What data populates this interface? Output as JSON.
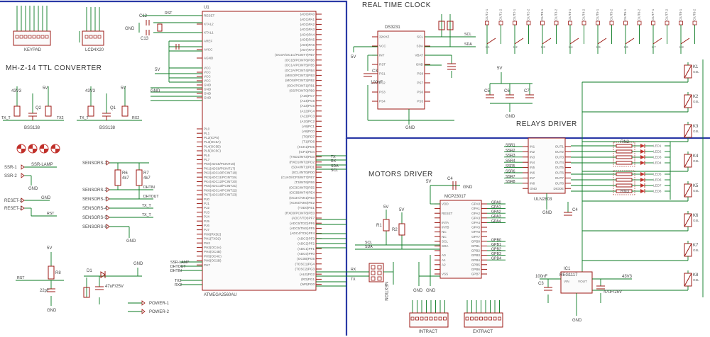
{
  "titles": {
    "converter": "MH-Z-14 TTL CONVERTER",
    "clock": "REAL TIME CLOCK",
    "motors": "MOTORS DRIVER",
    "relays": "RELAYS DRIVER"
  },
  "connectors": {
    "keypad": "KEYPAD",
    "lcd": "LCD4X20",
    "nextion": "NEXTION",
    "intract": "INTRACT",
    "extract": "EXTRACT"
  },
  "chips": {
    "mcu": "U1",
    "mcu_part": "ATMEGA2560AU",
    "rtc": "DS3231",
    "expander": "MCP23017",
    "driver": "ULN2803",
    "regulator": "IC1",
    "regulator_part": "REG1117",
    "reg_vin": "VIN",
    "reg_vout": "VOUT"
  },
  "mcu_pins": {
    "left": [
      "RESET",
      "XTAL2",
      "XTAL1",
      "AREF",
      "AVCC",
      "AGND",
      "VCC",
      "VCC",
      "VCC",
      "VCC",
      "GND",
      "GND",
      "GND",
      "GND",
      "PL0",
      "PL1",
      "PL2(ICP5)",
      "PL3(OC5A)",
      "PL4(OC5B)",
      "PL5(OC5C)",
      "PL6",
      "PL7",
      "PK0(ADC8/PCINT16)",
      "PK1(ADC9/PCINT17)",
      "PK2(ADC10/PCINT18)",
      "PK3(ADC11/PCINT19)",
      "PK4(ADC12/PCINT20)",
      "PK5(ADC13/PCINT21)",
      "PK6(ADC14/PCINT22)",
      "PK7(ADC15/PCINT23)",
      "PJ0",
      "PJ1",
      "PJ2",
      "PJ3",
      "PJ4",
      "PJ5",
      "PJ6",
      "PJ7",
      "PH0(RXD2)",
      "PH1(TXD2)",
      "PH2",
      "PH3(OC4A)",
      "PH4(OC4B)",
      "PH5(OC4C)",
      "PH6(OC2B)",
      "PH7"
    ],
    "right": [
      "(AD0)PA0",
      "(AD1)PA1",
      "(AD2)PA2",
      "(AD3)PA3",
      "(AD4)PA4",
      "(AD5)PA5",
      "(AD6)PA6",
      "(AD7)PA7",
      "(OC0A/OC1C/PCINT7)PB7",
      "(OC1B/PCINT6)PB6",
      "(OC1A/PCINT5)PB5",
      "(OC2A/PCINT4)PB4",
      "(MISO/PCINT3)PB3",
      "(MOSI/PCINT2)PB2",
      "(SCK/PCINT1)PB1",
      "(SS/PCINT0)PB0",
      "(A15)PC7",
      "(A14)PC6",
      "(A13)PC5",
      "(A12)PC4",
      "(A11)PC3",
      "(A10)PC2",
      "(A9)PC1",
      "(A8)PC0",
      "(T0)PD7",
      "(T1)PD6",
      "(XCK1)PD5",
      "(ICP1)PD4",
      "(TXD1/INT3)PD3",
      "(RXD1/INT2)PD2",
      "(SDA/INT1)PD1",
      "(SCL/INT0)PD0",
      "(CLKO/ICP3/INT7)PE7",
      "(T3/INT6)PE6",
      "(OC3C/INT5)PE5",
      "(OC3B/INT4)PE4",
      "(OC3A/AIN1)PE3",
      "(XCK0/AIN0)PE2",
      "(TXD0)PE1",
      "(RXD0/PCINT8)PE0",
      "(ADC7/TDI)PF7",
      "(ADC6/TDO)PF6",
      "(ADC5/TMS)PF5",
      "(ADC4/TCK)PF4",
      "(ADC3)PF3",
      "(ADC2)PF2",
      "(ADC1)PF1",
      "(ADC0)PF0",
      "(OC0B)PG5",
      "(TOSC1)PG4",
      "(TOSC2)PG3",
      "(ALE)PG2",
      "(RD)PG1",
      "(WR)PG0"
    ]
  },
  "rtc_pins": {
    "left": [
      "32KHZ",
      "VCC",
      "INT",
      "RST",
      "PS1",
      "PS2",
      "PS3",
      "PS4"
    ],
    "right": [
      "SCL",
      "SDA",
      "VBAT",
      "GND",
      "PS8",
      "PS7",
      "PS6",
      "PS5"
    ]
  },
  "mcp_pins": {
    "left": [
      "VDD",
      "",
      "RESET",
      "",
      "INTA",
      "INTB",
      "NC",
      "NC",
      "SCL",
      "SDA",
      "",
      "A0",
      "A1",
      "A2",
      "",
      "VSS"
    ],
    "right": [
      "GPA0",
      "GPA1",
      "GPA2",
      "GPA3",
      "GPA4",
      "GPA5",
      "GPA6",
      "GPA7",
      "GPB0",
      "GPB1",
      "GPB2",
      "GPB3",
      "GPB4",
      "GPB5",
      "GPB6",
      "GPB7"
    ]
  },
  "uln_pins": {
    "left": [
      "IN1",
      "IN2",
      "IN3",
      "IN4",
      "IN5",
      "IN6",
      "IN7",
      "IN8",
      "GND"
    ],
    "right": [
      "OUT1",
      "OUT2",
      "OUT3",
      "OUT4",
      "OUT5",
      "OUT6",
      "OUT7",
      "OUT8",
      "DIODE"
    ]
  },
  "nets": {
    "rst": "RST",
    "scl": "SCL",
    "sda": "SDA",
    "tx": "TX",
    "rx": "RX",
    "tx2": "TX2",
    "rx2": "RX2",
    "tx_t": "TX_T",
    "gnd": "GND",
    "v5": "5V",
    "v43": "43V3",
    "dhtin": "DHTIN",
    "dhtout": "DHTOUT",
    "ssr_lamp": "SSR-LAMP",
    "mcu_rx": "RX",
    "mcu_tx": "TX",
    "mcu_sda": "SDA",
    "mcu_scl": "SCL"
  },
  "left_labels": {
    "ssr1": "SSR-1",
    "ssr2": "SSR-2",
    "reset1": "RESET-1",
    "reset2": "RESET-2",
    "sensors": [
      "SENSORS-1",
      "SENSORS-2",
      "SENSORS-3",
      "SENSORS-4",
      "SENSORS-5",
      "SENSORS-6"
    ],
    "power1": "POWER-1",
    "power2": "POWER-2"
  },
  "parts": {
    "q2": "Q2",
    "q1": "Q1",
    "bss1": "BSS138",
    "bss2": "BSS138",
    "c12": "C12",
    "c13": "C13",
    "c3": "C3",
    "c4": "C4",
    "c5": "C5",
    "c6": "C6",
    "c7": "C7",
    "cap100": "100nF",
    "cap22": "22pF",
    "cap47": "47uF/25V",
    "d1": "D1",
    "rn2": "RN2",
    "rn3": "RN3",
    "r1": "R1",
    "r2": "R2",
    "r6": "R6",
    "r7": "R7",
    "r8": "R8",
    "r4k7": "4k7"
  },
  "relays": [
    "K1",
    "K2",
    "K3",
    "K4",
    "K5",
    "K6",
    "K7",
    "K8"
  ],
  "relay_value": "G5L",
  "leds": [
    "LED1",
    "LED2",
    "LED3",
    "LED4",
    "LED5",
    "LED6",
    "LED7",
    "LED8"
  ],
  "outs_top": [
    "OUT1-1",
    "OUT1-2",
    "OUT2-1",
    "OUT2-2",
    "OUT3-1",
    "OUT3-2",
    "OUT4-1",
    "OUT4-2",
    "OUT5-1",
    "OUT5-2",
    "OUT6-1",
    "OUT6-2",
    "OUT7-1",
    "OUT7-2",
    "OUT8-1",
    "OUT8-2"
  ],
  "bus_labels": [
    "SSR1",
    "SSR2",
    "SSR3",
    "SSR4",
    "SSR5",
    "SSR6",
    "SSR7",
    "SSR8"
  ],
  "mcp_out_labels": [
    "GPA0",
    "GPA1",
    "GPA2",
    "GPA3",
    "GPA4",
    "GPB0",
    "GPB1",
    "GPB2",
    "GPB3",
    "GPB4"
  ]
}
